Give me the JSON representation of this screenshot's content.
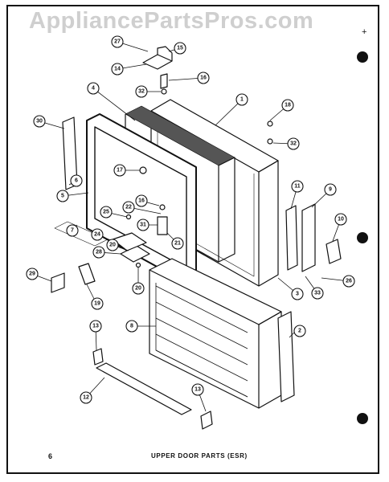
{
  "watermark": "AppliancePartsPros.com",
  "corner_mark": "+",
  "footer": {
    "page_number": "6",
    "caption": "UPPER DOOR PARTS (ESR)"
  },
  "callouts": [
    "1",
    "2",
    "3",
    "4",
    "5",
    "6",
    "7",
    "8",
    "9",
    "10",
    "11",
    "12",
    "13",
    "13",
    "14",
    "15",
    "16",
    "16",
    "17",
    "18",
    "19",
    "20",
    "20",
    "21",
    "22",
    "24",
    "25",
    "26",
    "27",
    "28",
    "29",
    "30",
    "31",
    "32",
    "32",
    "33"
  ]
}
